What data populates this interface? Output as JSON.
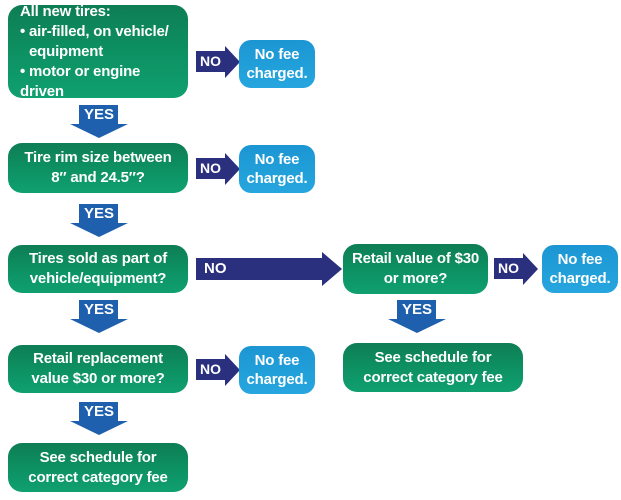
{
  "labels": {
    "yes": "YES",
    "no": "NO"
  },
  "nodes": {
    "all_new_tires": {
      "title": "All new tires:",
      "bullet1": "• air-filled, on vehicle/",
      "bullet1_cont": "equipment",
      "bullet2": "• motor or engine driven"
    },
    "tire_rim": {
      "line1": "Tire rim size between",
      "line2": "8″ and 24.5″?"
    },
    "sold_as_part": {
      "line1": "Tires sold as part of",
      "line2": "vehicle/equipment?"
    },
    "retail_replacement": {
      "line1": "Retail replacement",
      "line2": "value $30 or more?"
    },
    "see_schedule_left": {
      "line1": "See schedule for",
      "line2": "correct category fee"
    },
    "retail_value": {
      "line1": "Retail value of $30",
      "line2": "or more?"
    },
    "see_schedule_right": {
      "line1": "See schedule for",
      "line2": "correct category fee"
    },
    "no_fee": {
      "line1": "No fee",
      "line2": "charged."
    }
  },
  "flow": [
    {
      "from": "all_new_tires",
      "no": "no_fee",
      "yes": "tire_rim"
    },
    {
      "from": "tire_rim",
      "no": "no_fee",
      "yes": "sold_as_part"
    },
    {
      "from": "sold_as_part",
      "no": "retail_value",
      "yes": "retail_replacement"
    },
    {
      "from": "retail_value",
      "no": "no_fee",
      "yes": "see_schedule_right"
    },
    {
      "from": "retail_replacement",
      "no": "no_fee",
      "yes": "see_schedule_left"
    }
  ],
  "colors": {
    "green_box_top": "#0e7d55",
    "green_box_bottom": "#10a070",
    "blue_box": "#219fd9",
    "no_arrow_navy": "#2a2f7e",
    "yes_arrow_blue": "#1e5fae",
    "text": "#ffffff",
    "background": "#ffffff"
  }
}
